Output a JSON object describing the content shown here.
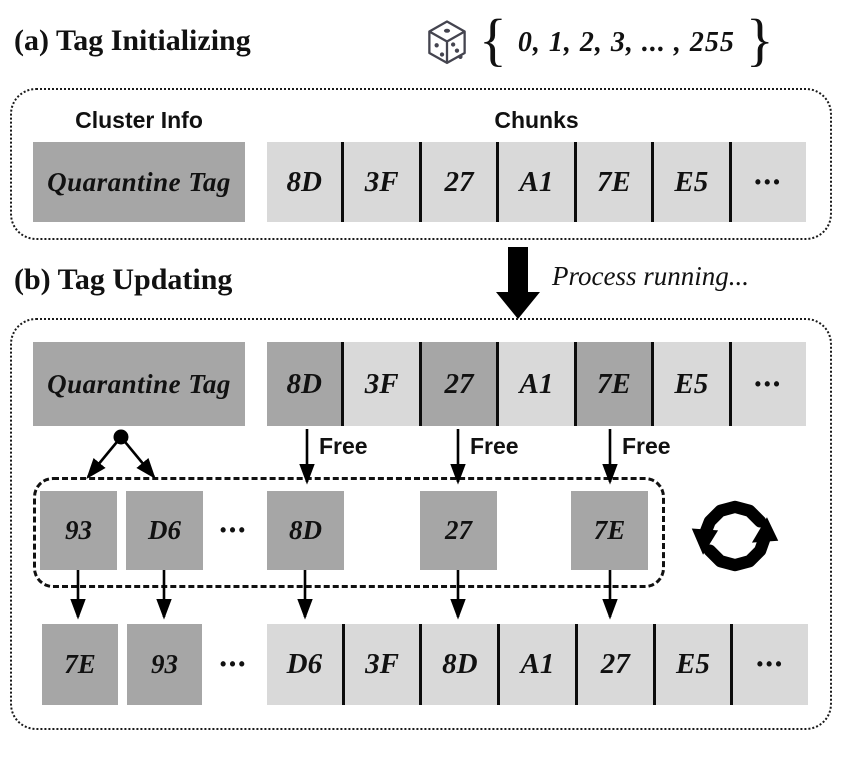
{
  "figure": {
    "section_a": {
      "title": "(a) Tag Initializing",
      "random_set": {
        "brace_left": "{",
        "values": "0, 1, 2, 3, ... , 255",
        "brace_right": "}"
      },
      "cluster_info_label": "Cluster Info",
      "chunks_label": "Chunks",
      "quarantine_tag_label": "Quarantine Tag",
      "chunks": [
        "8D",
        "3F",
        "27",
        "A1",
        "7E",
        "E5",
        "•••"
      ]
    },
    "transition": {
      "process_label": "Process running..."
    },
    "section_b": {
      "title": "(b) Tag Updating",
      "quarantine_tag_label": "Quarantine Tag",
      "chunks_before": [
        {
          "value": "8D",
          "variant": "dark"
        },
        {
          "value": "3F",
          "variant": "light"
        },
        {
          "value": "27",
          "variant": "dark"
        },
        {
          "value": "A1",
          "variant": "light"
        },
        {
          "value": "7E",
          "variant": "dark"
        },
        {
          "value": "E5",
          "variant": "light"
        },
        {
          "value": "•••",
          "variant": "light"
        }
      ],
      "free_labels": [
        "Free",
        "Free",
        "Free"
      ],
      "tag_pool": {
        "tags": [
          "93",
          "D6",
          "8D",
          "27",
          "7E"
        ],
        "ellipsis": "•••"
      },
      "updated_tags": [
        "7E",
        "93"
      ],
      "updated_ellipsis": "•••",
      "chunks_after": [
        "D6",
        "3F",
        "8D",
        "A1",
        "27",
        "E5",
        "•••"
      ]
    },
    "icons": {
      "dice": "dice-icon",
      "cycle": "cycle-arrows-icon",
      "process_arrow": "down-arrow-icon"
    },
    "colors": {
      "dark_box": "#a6a6a6",
      "light_cell": "#d9d9d9",
      "line": "#000000"
    }
  }
}
